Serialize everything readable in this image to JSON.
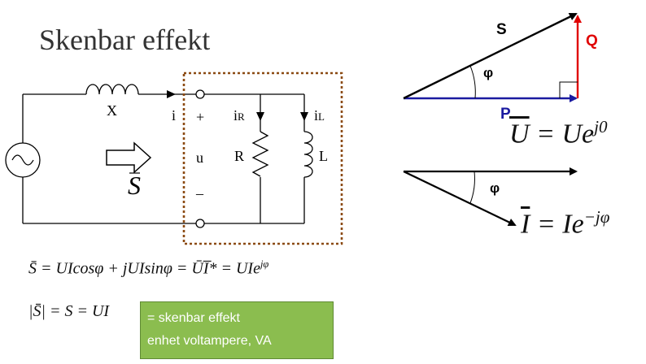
{
  "title": "Skenbar effekt",
  "circuit": {
    "x_label": "X",
    "i_label": "i",
    "plus_label": "+",
    "u_label": "u",
    "minus_label": "–",
    "ir_label": "i",
    "ir_sub": "R",
    "il_label": "i",
    "il_sub": "L",
    "r_label": "R",
    "l_label": "L",
    "s_label": "S"
  },
  "power_triangle": {
    "s_label": "S",
    "q_label": "Q",
    "p_label": "P",
    "phi_label": "φ",
    "colors": {
      "s": "#000000",
      "q": "#e00000",
      "p": "#1a1aa0"
    }
  },
  "phasors": {
    "phi_label": "φ",
    "u_eq": {
      "lhs": "U",
      "rhs": "= Ue",
      "exp": "j0"
    },
    "i_eq": {
      "lhs": "I",
      "rhs": "= Ie",
      "exp": "−jφ"
    }
  },
  "equations": {
    "eq1": "S̄ = UIcosφ + jUIsinφ = ŪI̅* = UIe",
    "eq1_exp": "jφ",
    "eq2": "|S̄| = S = UI"
  },
  "note": {
    "line1": "= skenbar effekt",
    "line2": "enhet voltampere, VA",
    "color": "#8bbd4f"
  }
}
